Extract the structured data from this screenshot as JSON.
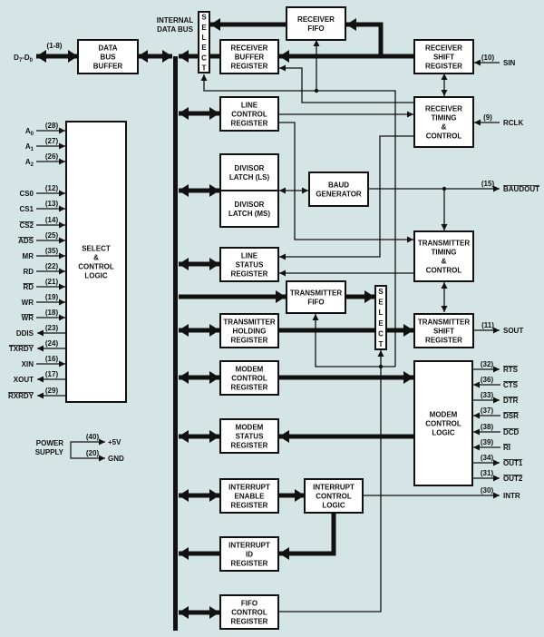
{
  "bus_label": [
    "INTERNAL",
    "DATA BUS"
  ],
  "select_label": "SELECT",
  "blocks": {
    "data_bus_buffer": {
      "lines": [
        "DATA",
        "BUS",
        "BUFFER"
      ]
    },
    "receiver_fifo": {
      "lines": [
        "RECEIVER",
        "FIFO"
      ]
    },
    "receiver_buffer_register": {
      "lines": [
        "RECEIVER",
        "BUFFER",
        "REGISTER"
      ]
    },
    "receiver_shift_register": {
      "lines": [
        "RECEIVER",
        "SHIFT",
        "REGISTER"
      ]
    },
    "line_control_register": {
      "lines": [
        "LINE",
        "CONTROL",
        "REGISTER"
      ]
    },
    "receiver_timing_control": {
      "lines": [
        "RECEIVER",
        "TIMING",
        "&",
        "CONTROL"
      ]
    },
    "divisor_latch_ls": {
      "lines": [
        "DIVISOR",
        "LATCH (LS)"
      ]
    },
    "divisor_latch_ms": {
      "lines": [
        "DIVISOR",
        "LATCH (MS)"
      ]
    },
    "baud_generator": {
      "lines": [
        "BAUD",
        "GENERATOR"
      ]
    },
    "line_status_register": {
      "lines": [
        "LINE",
        "STATUS",
        "REGISTER"
      ]
    },
    "transmitter_timing_control": {
      "lines": [
        "TRANSMITTER",
        "TIMING",
        "&",
        "CONTROL"
      ]
    },
    "transmitter_fifo": {
      "lines": [
        "TRANSMITTER",
        "FIFO"
      ]
    },
    "transmitter_holding_register": {
      "lines": [
        "TRANSMITTER",
        "HOLDING",
        "REGISTER"
      ]
    },
    "transmitter_shift_register": {
      "lines": [
        "TRANSMITTER",
        "SHIFT",
        "REGISTER"
      ]
    },
    "modem_control_register": {
      "lines": [
        "MODEM",
        "CONTROL",
        "REGISTER"
      ]
    },
    "modem_control_logic": {
      "lines": [
        "MODEM",
        "CONTROL",
        "LOGIC"
      ]
    },
    "modem_status_register": {
      "lines": [
        "MODEM",
        "STATUS",
        "REGISTER"
      ]
    },
    "interrupt_enable_register": {
      "lines": [
        "INTERRUPT",
        "ENABLE",
        "REGISTER"
      ]
    },
    "interrupt_control_logic": {
      "lines": [
        "INTERRUPT",
        "CONTROL",
        "LOGIC"
      ]
    },
    "interrupt_id_register": {
      "lines": [
        "INTERRUPT",
        "ID",
        "REGISTER"
      ]
    },
    "fifo_control_register": {
      "lines": [
        "FIFO",
        "CONTROL",
        "REGISTER"
      ]
    },
    "select_control_logic": {
      "lines": [
        "SELECT",
        "&",
        "CONTROL",
        "LOGIC"
      ]
    }
  },
  "data_bus_pins": {
    "name": "D",
    "sub_hi": "7",
    "sep": "-D",
    "sub_lo": "0",
    "num": "(1-8)"
  },
  "left_pins": [
    {
      "name": "A",
      "sub": "0",
      "num": "(28)",
      "dir": "in",
      "active_low": false
    },
    {
      "name": "A",
      "sub": "1",
      "num": "(27)",
      "dir": "in",
      "active_low": false
    },
    {
      "name": "A",
      "sub": "2",
      "num": "(26)",
      "dir": "in",
      "active_low": false
    },
    {
      "name": "CS0",
      "num": "(12)",
      "dir": "in",
      "active_low": false
    },
    {
      "name": "CS1",
      "num": "(13)",
      "dir": "in",
      "active_low": false
    },
    {
      "name": "CS2",
      "num": "(14)",
      "dir": "in",
      "active_low": true
    },
    {
      "name": "ADS",
      "num": "(25)",
      "dir": "in",
      "active_low": true
    },
    {
      "name": "MR",
      "num": "(35)",
      "dir": "in",
      "active_low": false
    },
    {
      "name": "RD",
      "num": "(22)",
      "dir": "in",
      "active_low": false
    },
    {
      "name": "RD",
      "num": "(21)",
      "dir": "in",
      "active_low": true
    },
    {
      "name": "WR",
      "num": "(19)",
      "dir": "in",
      "active_low": false
    },
    {
      "name": "WR",
      "num": "(18)",
      "dir": "in",
      "active_low": true
    },
    {
      "name": "DDIS",
      "num": "(23)",
      "dir": "out",
      "active_low": false
    },
    {
      "name": "TXRDY",
      "num": "(24)",
      "dir": "out",
      "active_low": true
    },
    {
      "name": "XIN",
      "num": "(16)",
      "dir": "in",
      "active_low": false
    },
    {
      "name": "XOUT",
      "num": "(17)",
      "dir": "out",
      "active_low": false
    },
    {
      "name": "RXRDY",
      "num": "(29)",
      "dir": "out",
      "active_low": true
    }
  ],
  "power": {
    "label": [
      "POWER",
      "SUPPLY"
    ],
    "pins": [
      {
        "name": "+5V",
        "num": "(40)"
      },
      {
        "name": "GND",
        "num": "(20)"
      }
    ]
  },
  "serial_pins": [
    {
      "key": "sin",
      "name": "SIN",
      "num": "(10)",
      "dir": "in",
      "active_low": false
    },
    {
      "key": "rclk",
      "name": "RCLK",
      "num": "(9)",
      "dir": "in",
      "active_low": false
    },
    {
      "key": "baudout",
      "name": "BAUDOUT",
      "num": "(15)",
      "dir": "out",
      "active_low": true
    },
    {
      "key": "sout",
      "name": "SOUT",
      "num": "(11)",
      "dir": "out",
      "active_low": false
    }
  ],
  "modem_pins": [
    {
      "name": "RTS",
      "num": "(32)",
      "dir": "out",
      "active_low": true
    },
    {
      "name": "CTS",
      "num": "(36)",
      "dir": "in",
      "active_low": true
    },
    {
      "name": "DTR",
      "num": "(33)",
      "dir": "out",
      "active_low": true
    },
    {
      "name": "DSR",
      "num": "(37)",
      "dir": "in",
      "active_low": true
    },
    {
      "name": "DCD",
      "num": "(38)",
      "dir": "in",
      "active_low": true
    },
    {
      "name": "RI",
      "num": "(39)",
      "dir": "in",
      "active_low": true
    },
    {
      "name": "OUT1",
      "num": "(34)",
      "dir": "out",
      "active_low": true
    },
    {
      "name": "OUT2",
      "num": "(31)",
      "dir": "out",
      "active_low": true
    },
    {
      "name": "INTR",
      "num": "(30)",
      "dir": "out",
      "active_low": false
    }
  ],
  "colors": {
    "background": "#d5e4e4",
    "block_fill": "#ffffff",
    "line": "#111111"
  }
}
